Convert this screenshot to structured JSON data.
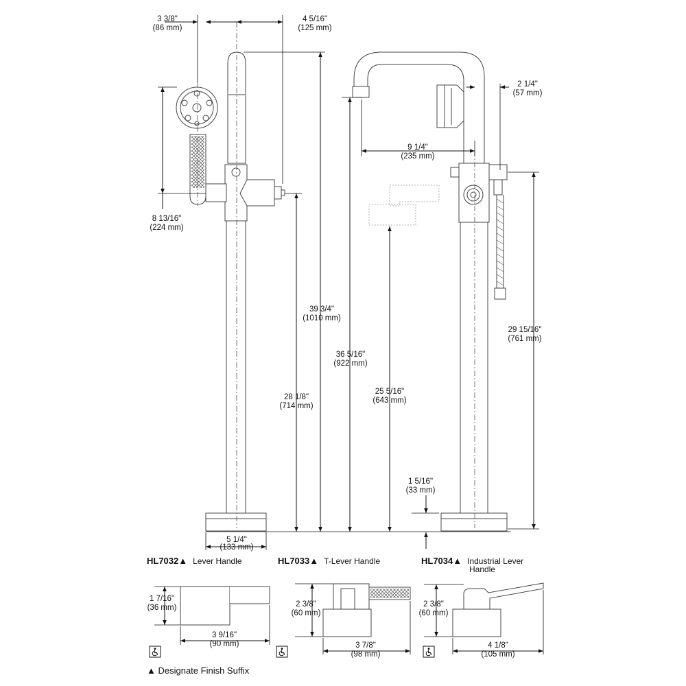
{
  "dimensions": {
    "d_3_3_8": [
      "3 3/8\"",
      "(86 mm)"
    ],
    "d_4_5_16": [
      "4 5/16\"",
      "(125 mm)"
    ],
    "d_8_13_16": [
      "8 13/16\"",
      "(224 mm)"
    ],
    "d_39_3_4": [
      "39 3/4\"",
      "(1010 mm)"
    ],
    "d_28_1_8": [
      "28 1/8\"",
      "(714 mm)"
    ],
    "d_36_5_16": [
      "36 5/16\"",
      "(922 mm)"
    ],
    "d_25_5_16": [
      "25 5/16\"",
      "(643 mm)"
    ],
    "d_9_1_4": [
      "9 1/4\"",
      "(235 mm)"
    ],
    "d_2_1_4": [
      "2 1/4\"",
      "(57 mm)"
    ],
    "d_29_15_16": [
      "29 15/16\"",
      "(761 mm)"
    ],
    "d_1_5_16": [
      "1 5/16\"",
      "(33 mm)"
    ],
    "d_5_1_4": [
      "5 1/4\"",
      "(133 mm)"
    ],
    "d_1_7_16": [
      "1 7/16\"",
      "(36 mm)"
    ],
    "d_3_9_16": [
      "3 9/16\"",
      "(90 mm)"
    ],
    "d_2_3_8_a": [
      "2 3/8\"",
      "(60 mm)"
    ],
    "d_3_7_8": [
      "3 7/8\"",
      "(98 mm)"
    ],
    "d_2_3_8_b": [
      "2 3/8\"",
      "(60 mm)"
    ],
    "d_4_1_8": [
      "4 1/8\"",
      "(105 mm)"
    ]
  },
  "handles": [
    {
      "model": "HL7032",
      "suffix_mark": "▲",
      "name": "Lever Handle"
    },
    {
      "model": "HL7033",
      "suffix_mark": "▲",
      "name": "T-Lever Handle"
    },
    {
      "model": "HL7034",
      "suffix_mark": "▲",
      "name_line1": "Industrial Lever",
      "name_line2": "Handle"
    }
  ],
  "footnote": "▲ Designate Finish Suffix",
  "accessibility_icon": "wheelchair-accessibility-icon",
  "colors": {
    "ink": "#111111",
    "part": "#444444"
  }
}
